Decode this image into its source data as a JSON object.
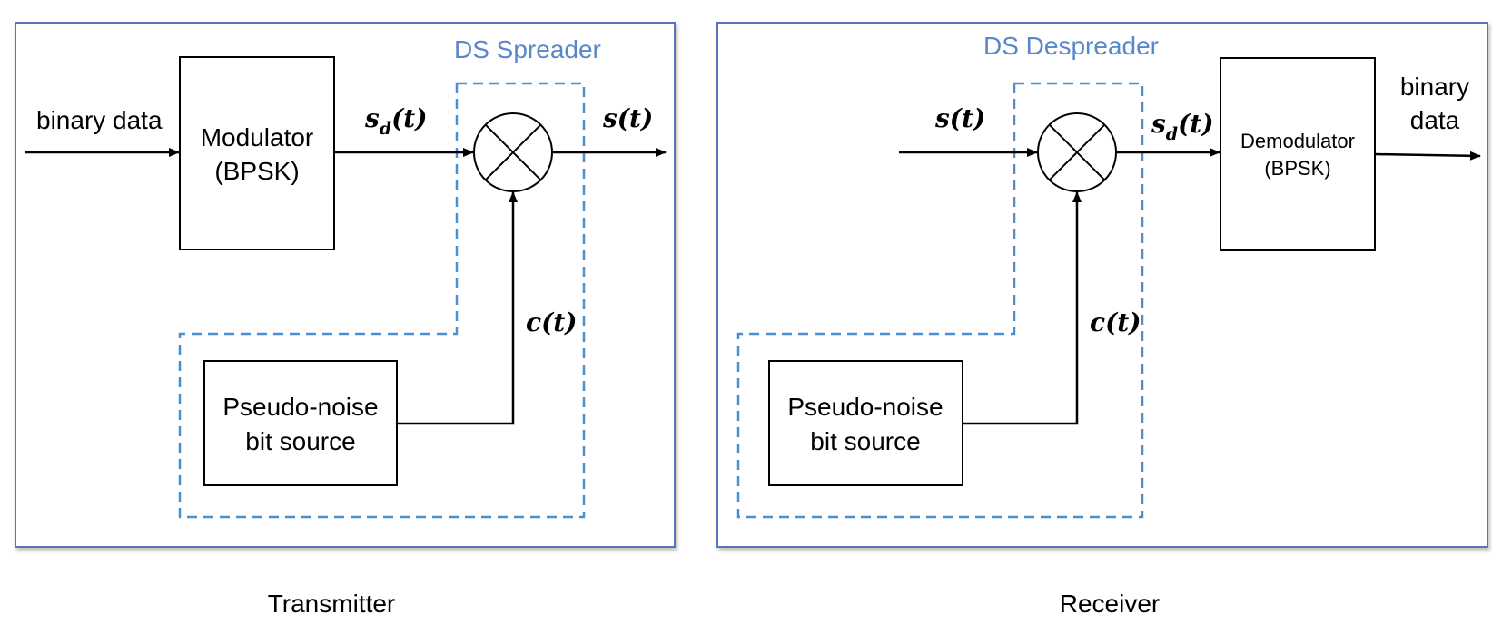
{
  "transmitter": {
    "caption": "Transmitter",
    "group_label": "DS Spreader",
    "input_label": "binary data",
    "modulator": {
      "line1": "Modulator",
      "line2": "(BPSK)"
    },
    "signal_in": {
      "base": "s",
      "sub": "d",
      "arg": "(t)"
    },
    "signal_out": {
      "base": "s",
      "arg": "(t)"
    },
    "code": {
      "base": "c",
      "arg": "(t)"
    },
    "pn_source": {
      "line1": "Pseudo-noise",
      "line2": "bit source"
    }
  },
  "receiver": {
    "caption": "Receiver",
    "group_label": "DS Despreader",
    "signal_in": {
      "base": "s",
      "arg": "(t)"
    },
    "signal_out": {
      "base": "s",
      "sub": "d",
      "arg": "(t)"
    },
    "code": {
      "base": "c",
      "arg": "(t)"
    },
    "demodulator": {
      "line1": "Demodulator",
      "line2": "(BPSK)"
    },
    "output_label": {
      "line1": "binary",
      "line2": "data"
    },
    "pn_source": {
      "line1": "Pseudo-noise",
      "line2": "bit source"
    }
  },
  "colors": {
    "frame": "#5577b8",
    "dashed_group": "#4a90d0",
    "group_label": "#5a86cc",
    "wire": "#000000"
  }
}
